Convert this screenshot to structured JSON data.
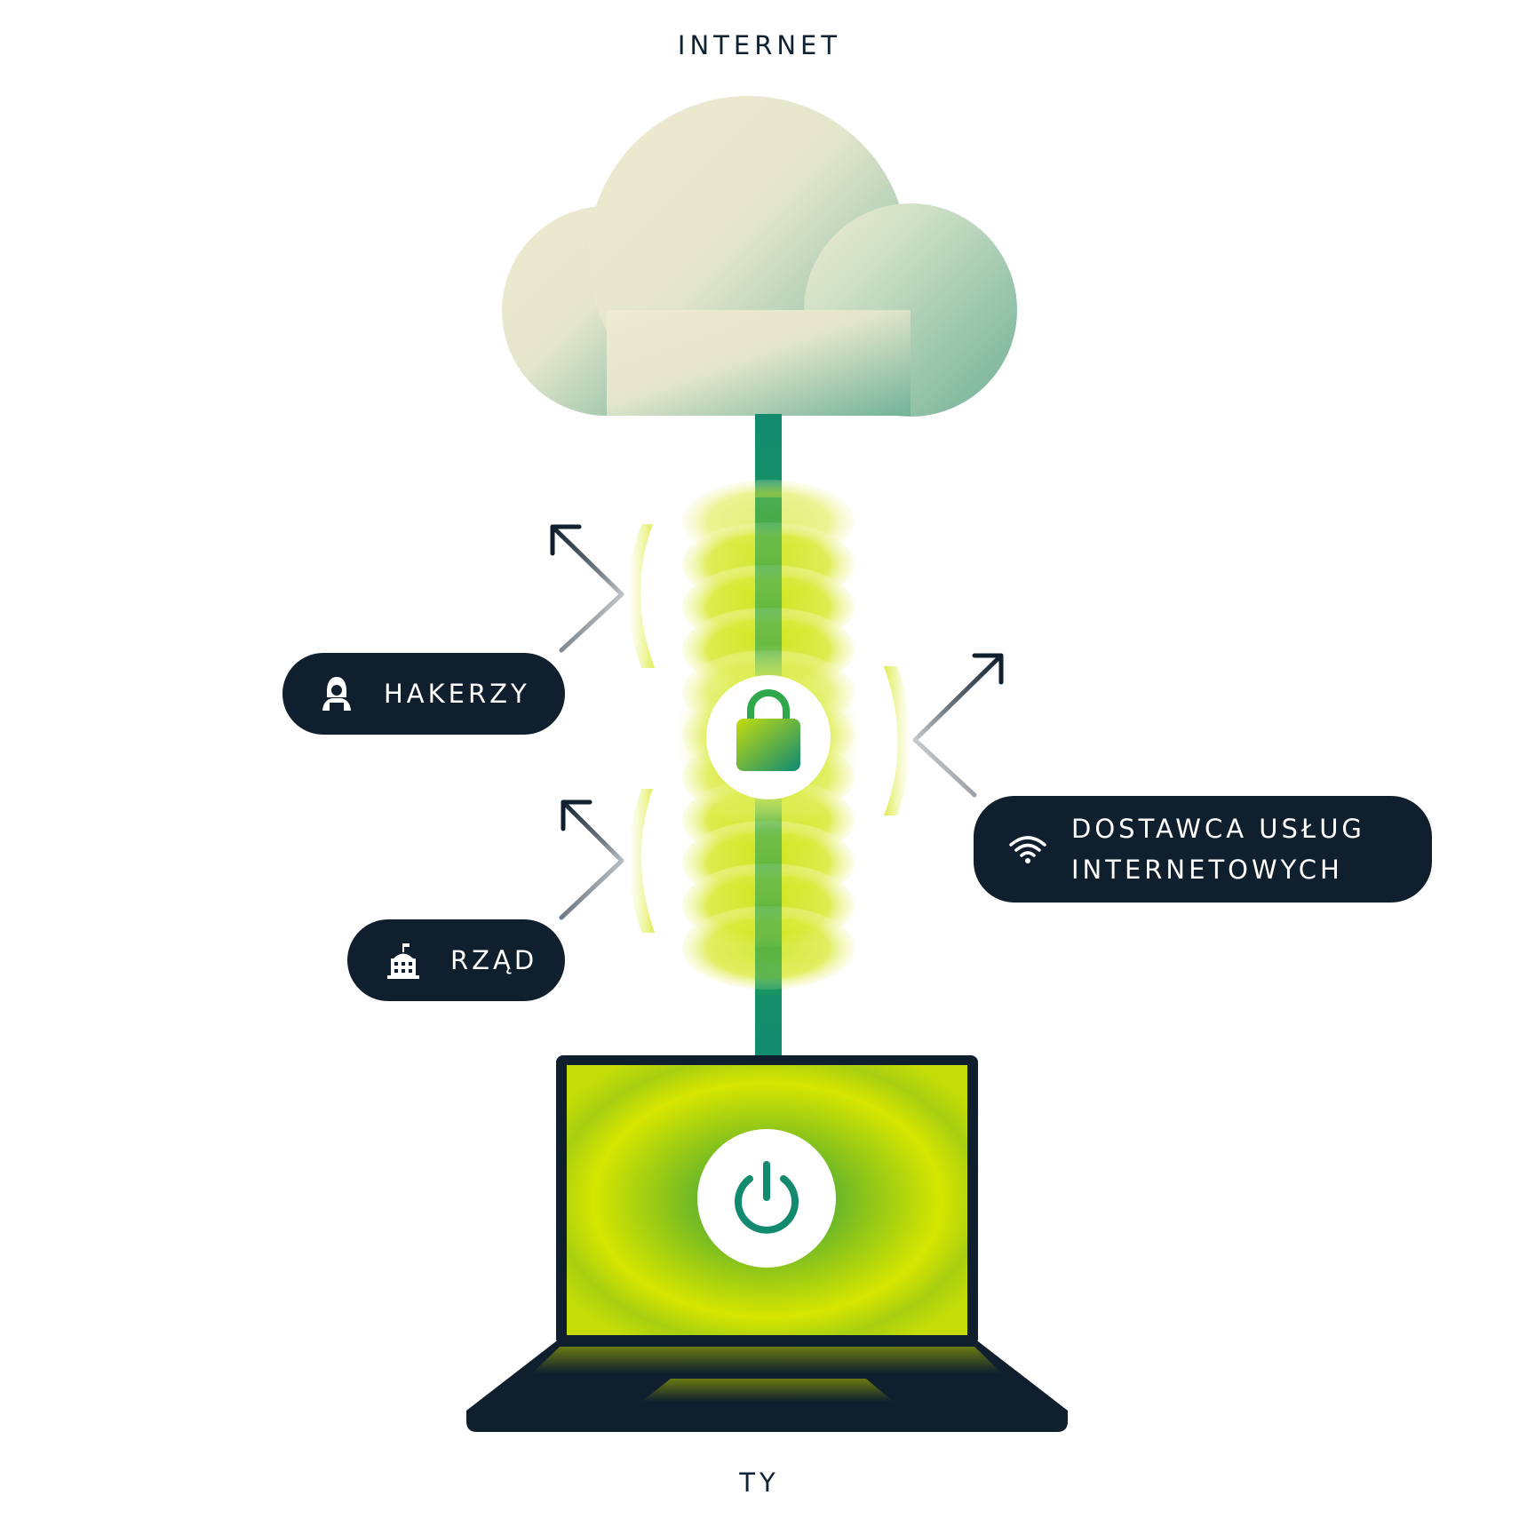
{
  "diagram": {
    "top_label": "INTERNET",
    "bottom_label": "TY",
    "threats": {
      "hackers": {
        "label": "HAKERZY",
        "icon": "hacker-icon"
      },
      "government": {
        "label": "RZĄD",
        "icon": "government-building-icon"
      },
      "isp": {
        "label_line1": "DOSTAWCA USŁUG",
        "label_line2": "INTERNETOWYCH",
        "icon": "wifi-icon"
      }
    },
    "icons": {
      "cloud": "cloud-icon",
      "lock": "lock-icon",
      "power": "power-icon",
      "laptop": "laptop-icon"
    },
    "colors": {
      "navy": "#0f1f2e",
      "teal": "#118a6e",
      "lime": "#d4e600",
      "green": "#2ea84a",
      "cloud_light": "#f0ead2",
      "cloud_dark": "#7db8a0"
    }
  }
}
